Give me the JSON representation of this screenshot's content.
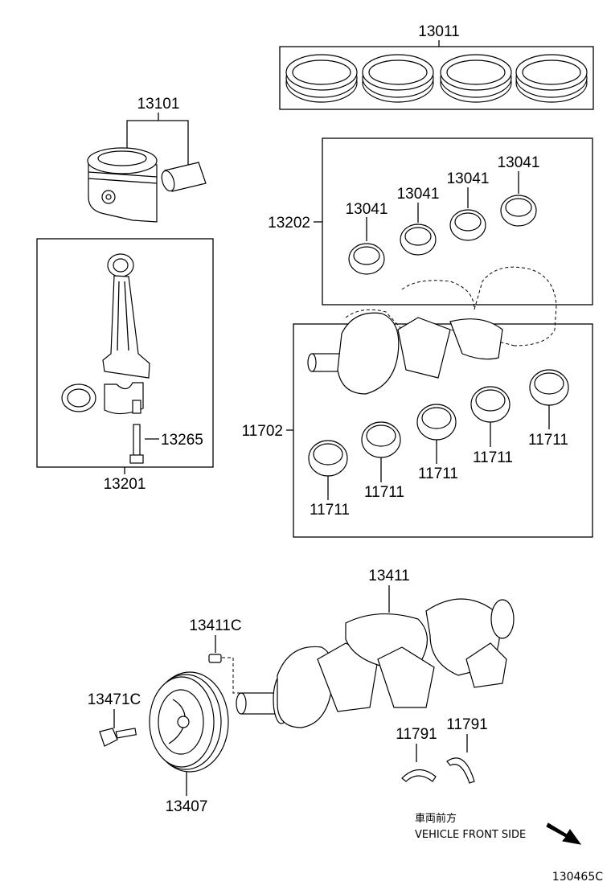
{
  "labels": {
    "piston_ring_set": "13011",
    "piston": "13101",
    "bearing_set_rod": "13202",
    "rod_bearing_1": "13041",
    "rod_bearing_2": "13041",
    "rod_bearing_3": "13041",
    "rod_bearing_4": "13041",
    "connecting_rod_assy": "13201",
    "rod_bolt": "13265",
    "main_bearing_set": "11702",
    "main_bearing_1": "11711",
    "main_bearing_2": "11711",
    "main_bearing_3": "11711",
    "main_bearing_4": "11711",
    "main_bearing_5": "11711",
    "crankshaft": "13411",
    "crankshaft_key": "13411C",
    "pulley_bolt": "13471C",
    "crank_pulley": "13407",
    "thrust_washer_1": "11791",
    "thrust_washer_2": "11791"
  },
  "direction": {
    "japanese": "車両前方",
    "english": "VEHICLE FRONT SIDE"
  },
  "figure_code": "130465C"
}
